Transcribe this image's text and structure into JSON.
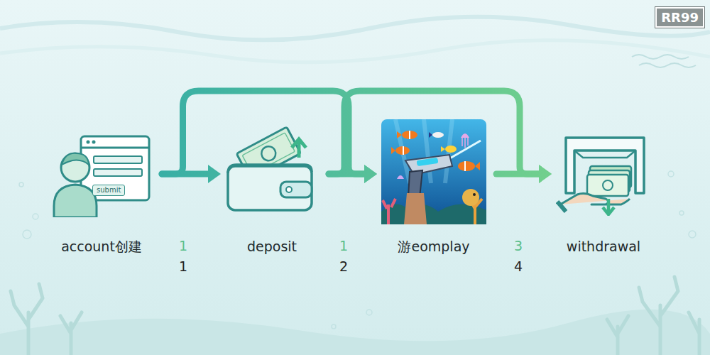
{
  "diagram": {
    "nodes": [
      {
        "text": [
          "submit",
          "account创建"
        ]
      },
      {
        "text": [
          "deposit"
        ]
      },
      {
        "text": [
          "游eomplay"
        ]
      },
      {
        "text": [
          "withdrawal"
        ]
      }
    ],
    "edges": [
      {
        "from": 0,
        "to": 1,
        "arrow": "to"
      },
      {
        "from": 1,
        "to": 2,
        "arrow": "to"
      },
      {
        "from": 2,
        "to": 3,
        "arrow": "to"
      },
      {
        "from": 0,
        "to": 2,
        "arrow": "to"
      },
      {
        "from": 1,
        "to": 3,
        "arrow": "to"
      }
    ],
    "labels": [
      "1",
      "1",
      "1",
      "2",
      "3",
      "4",
      "RR99"
    ]
  }
}
